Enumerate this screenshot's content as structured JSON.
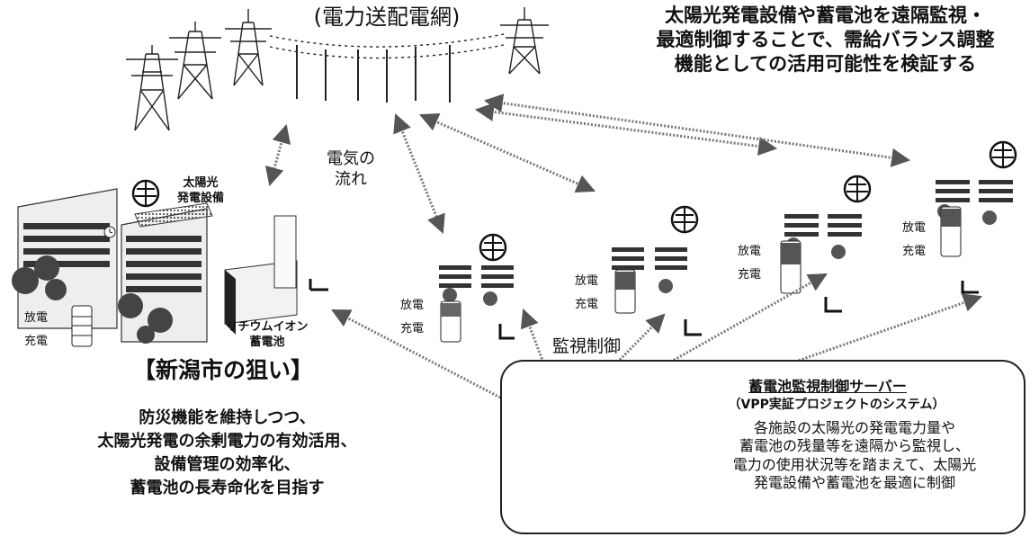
{
  "grid": {
    "title": "(電力送配電網)"
  },
  "headline": "太陽光発電設備や蓄電池を遠隔監視・\n最適制御することで、需給バランス調整\n機能としての活用可能性を検証する",
  "labels": {
    "electricity_flow": "電気の\n流れ",
    "solar_equipment": "太陽光\n発電設備",
    "lithium_battery": "リチウムイオン\n蓄電池",
    "discharge": "放電",
    "charge": "充電",
    "monitoring_control": "監視制御"
  },
  "niigata": {
    "title": "【新潟市の狙い】",
    "aims": "防災機能を維持しつつ、\n太陽光発電の余剰電力の有効活用、\n設備管理の効率化、\n蓄電池の長寿命化を目指す"
  },
  "server": {
    "title": "蓄電池監視制御サーバー",
    "subtitle": "（VPP実証プロジェクトのシステム）",
    "description": "各施設の太陽光の発電電力量や\n蓄電池の残量等を遠隔から監視し、\n電力の使用状況等を踏まえて、太陽光\n発電設備や蓄電池を最適に制御"
  },
  "icons": {
    "shelter_mark": "shelter-icon",
    "lightning_mark": "lightning-icon",
    "clock_mark": "clock-icon"
  }
}
